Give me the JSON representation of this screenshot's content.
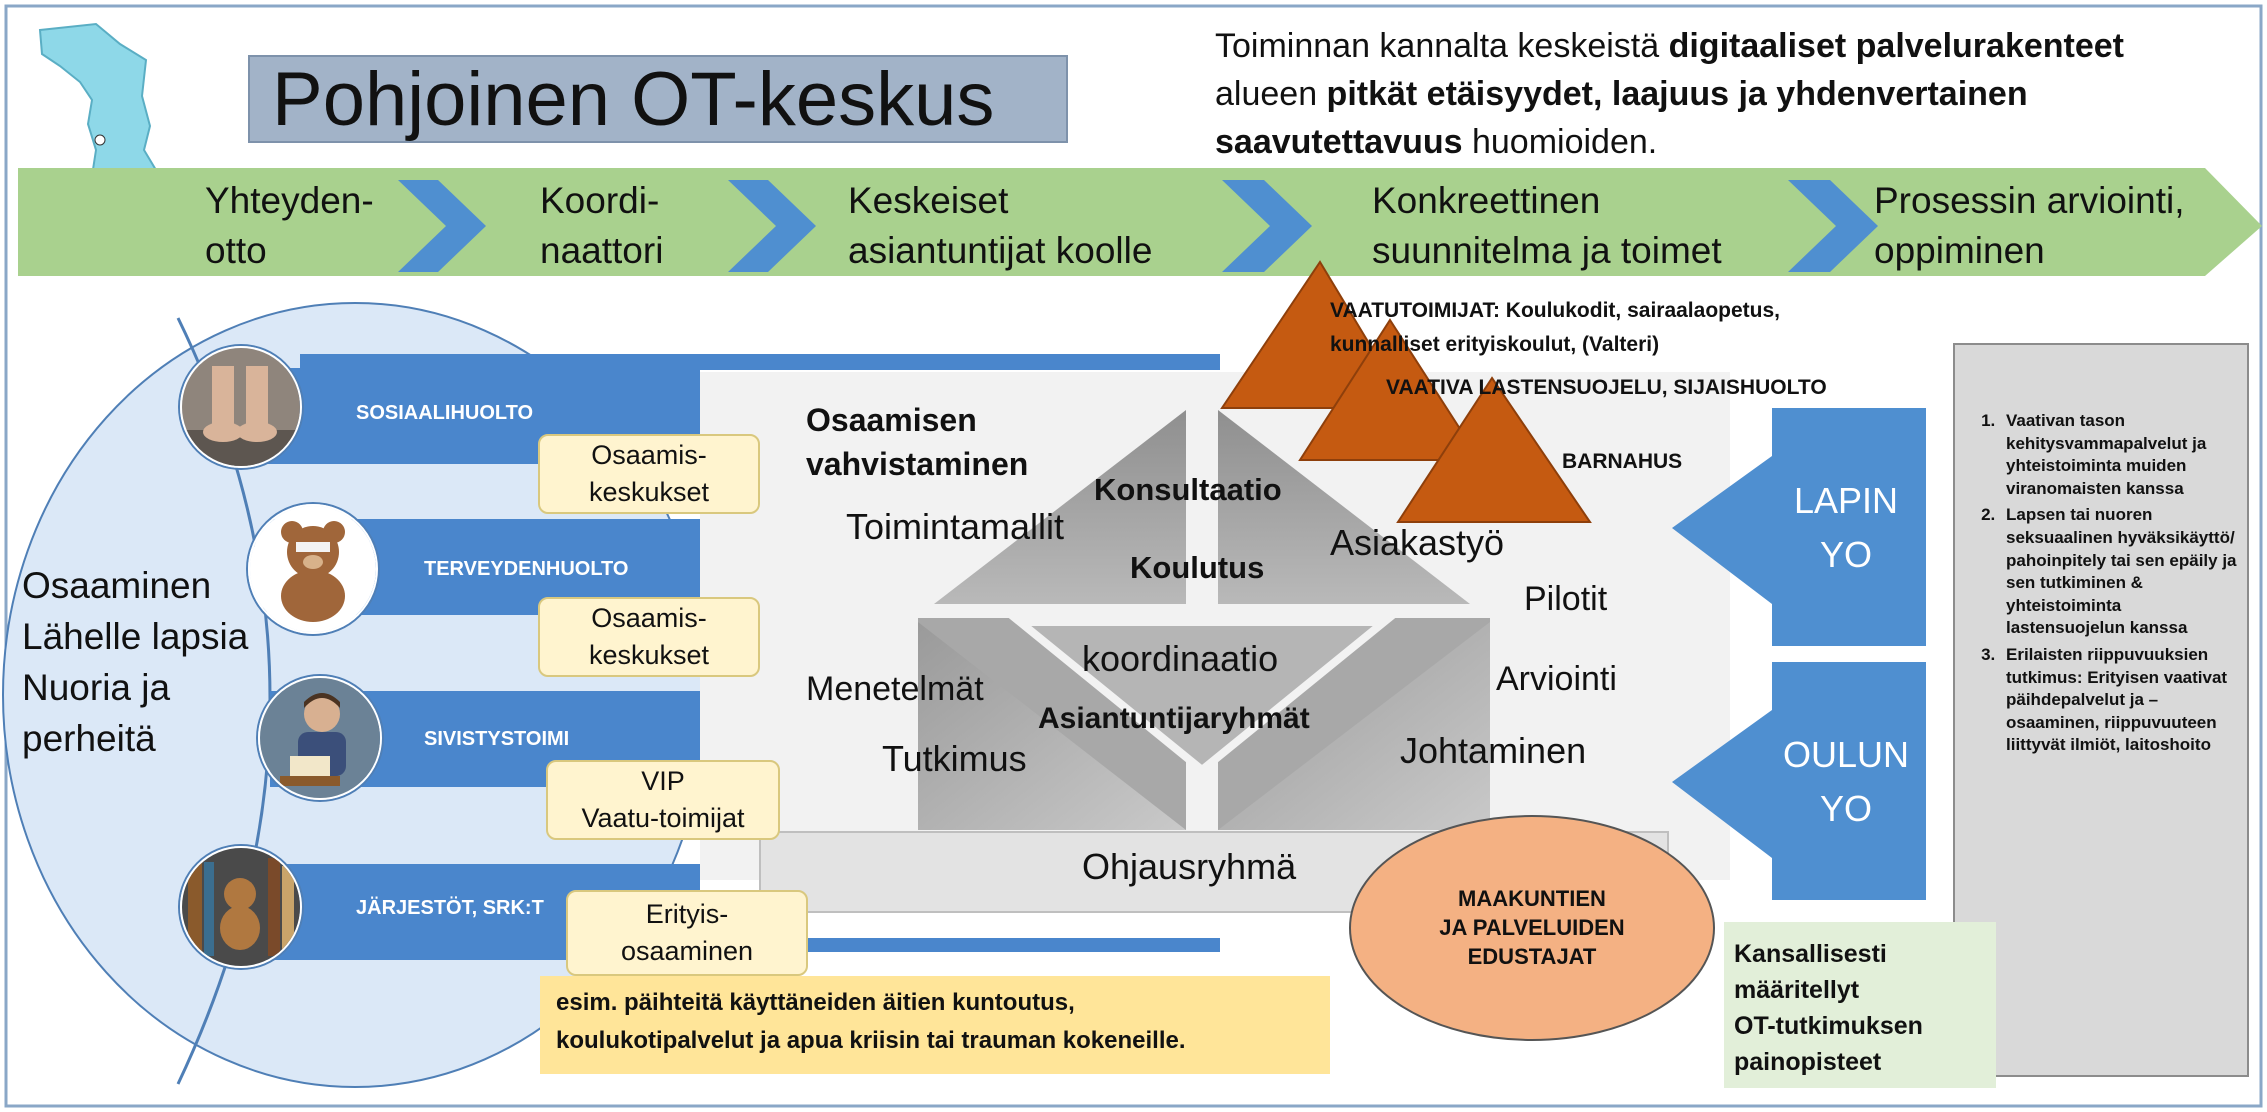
{
  "title": "Pohjoinen OT-keskus",
  "intro": {
    "p1": "Toiminnan kannalta keskeistä ",
    "b1": "digitaaliset palvelurakenteet",
    "p2": "alueen ",
    "b2": "pitkät etäisyydet, laajuus ja yhdenvertainen",
    "b3": "saavutettavuus",
    "p3": " huomioiden."
  },
  "process_steps": [
    "Yhteyden-\notto",
    "Koordi-\nnaattori",
    "Keskeiset\nasiantuntijat koolle",
    "Konkreettinen\nsuunnitelma ja toimet",
    "Prosessin arviointi,\noppiminen"
  ],
  "left_title": "Osaaminen\nLähelle lapsia\nNuoria ja\nperheitä",
  "sectors": [
    {
      "label": "SOSIAALIHUOLTO",
      "note": "Osaamis-\nkeskukset"
    },
    {
      "label": "TERVEYDENHUOLTO",
      "note": "Osaamis-\nkeskukset"
    },
    {
      "label": "SIVISTYSTOIMI",
      "note": "VIP\nVaatu-toimijat"
    },
    {
      "label": "JÄRJESTÖT, SRK:T",
      "note": "Erityis-\nosaaminen"
    }
  ],
  "center": {
    "heading": "Osaamisen\nvahvistaminen",
    "toimintamallit": "Toimintamallit",
    "konsultaatio": "Konsultaatio",
    "koulutus": "Koulutus",
    "asiakastyo": "Asiakastyö",
    "pilotit": "Pilotit",
    "koordinaatio": "koordinaatio",
    "menetelmat": "Menetelmät",
    "asiantuntijaryhmat": "Asiantuntijaryhmät",
    "arviointi": "Arviointi",
    "tutkimus": "Tutkimus",
    "johtaminen": "Johtaminen",
    "ohjausryhma": "Ohjausryhmä"
  },
  "partners": {
    "vaatutoimijat": "VAATUTOIMIJAT: Koulukodit, sairaalaopetus,\nkunnalliset erityiskoulut, (Valteri)",
    "vaativa": "VAATIVA LASTENSUOJELU, SIJAISHUOLTO",
    "barnahus": "BARNAHUS"
  },
  "universities": [
    "LAPIN\nYO",
    "OULUN\nYO"
  ],
  "maakunnat": "MAAKUNTIEN\nJA PALVELUIDEN\nEDUSTAJAT",
  "example_note": "esim. päihteitä käyttäneiden äitien kuntoutus,\nkoulukotipalvelut ja apua kriisin tai trauman kokeneille.",
  "national_note": "Kansallisesti\nmääritellyt\nOT-tutkimuksen\npainopisteet",
  "research_priorities": [
    "Vaativan tason kehitysvammapalvelut ja yhteistoiminta muiden viranomaisten kanssa",
    "Lapsen tai nuoren seksuaalinen hyväksikäyttö/ pahoinpitely tai sen epäily ja sen tutkiminen & yhteistoiminta lastensuojelun kanssa",
    "Erilaisten riippuvuuksien tutkimus: Erityisen vaativat päihdepalvelut ja – osaaminen, riippuvuuteen liittyvät ilmiöt, laitoshoito"
  ],
  "colors": {
    "frame": "#8aa7c7",
    "process_band": "#a9d18e",
    "chevron": "#4f8fd0",
    "sector_bar": "#4a86cc",
    "ellipse": "#dbe8f7",
    "center_bg": "#f2f2f2",
    "triangle": "#c55a11",
    "university_arrow": "#4f8fd0",
    "maakunnat": "#f4b183",
    "note": "#fff4cf",
    "side_box": "#d9d9d9",
    "national_box": "#e2efd9"
  }
}
